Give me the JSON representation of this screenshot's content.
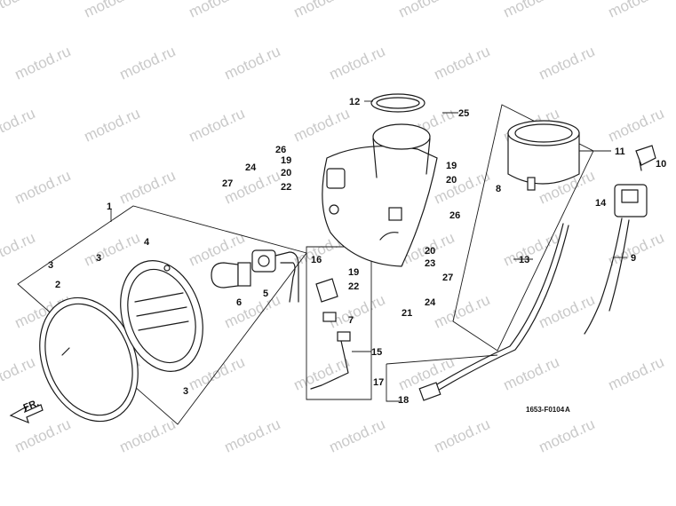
{
  "watermark": "motod.ru",
  "diagram_code": "1653-F0104",
  "revision": "A",
  "front_indicator": "FR.",
  "callouts": {
    "c1": "1",
    "c2": "2",
    "c3a": "3",
    "c3b": "3",
    "c3c": "3",
    "c4": "4",
    "c5": "5",
    "c6": "6",
    "c7": "7",
    "c8": "8",
    "c9": "9",
    "c10": "10",
    "c11": "11",
    "c12": "12",
    "c13": "13",
    "c14": "14",
    "c15": "15",
    "c16": "16",
    "c17": "17",
    "c18": "18",
    "c19a": "19",
    "c19b": "19",
    "c19c": "19",
    "c20a": "20",
    "c20b": "20",
    "c20c": "20",
    "c21": "21",
    "c22a": "22",
    "c22b": "22",
    "c23": "23",
    "c24a": "24",
    "c24b": "24",
    "c25": "25",
    "c26a": "26",
    "c26b": "26",
    "c27a": "27",
    "c27b": "27"
  },
  "colors": {
    "line": "#1a1a1a",
    "watermark": "#c9c9c9",
    "background": "#ffffff"
  }
}
